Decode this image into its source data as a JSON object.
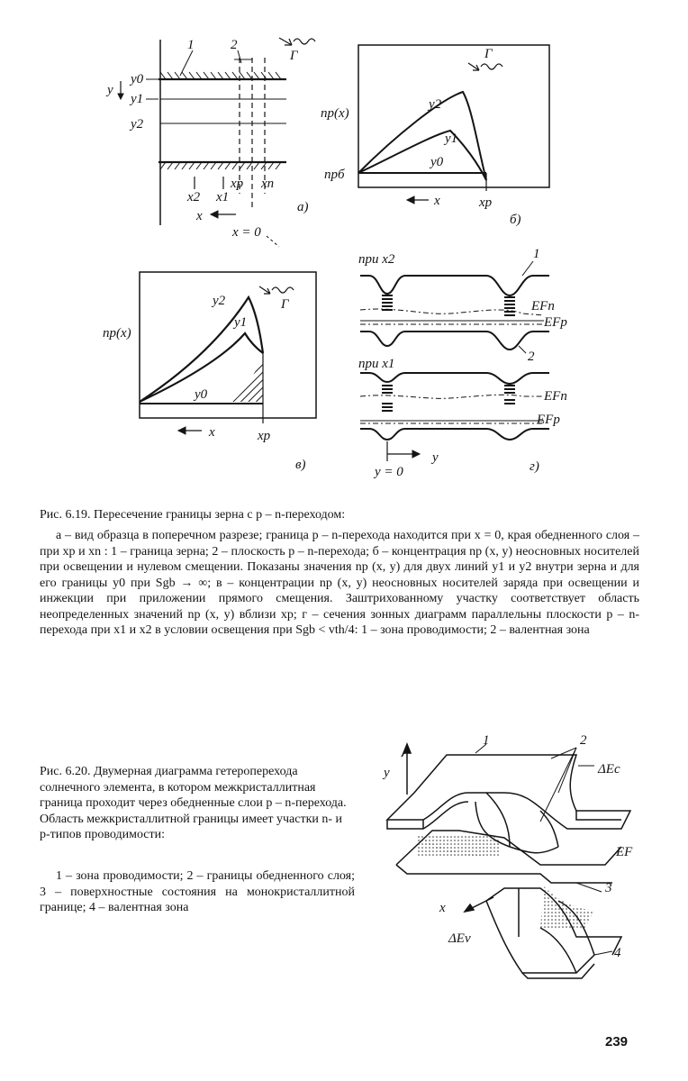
{
  "fig619": {
    "panel_a": {
      "letter": "a)",
      "labels": {
        "n1": "1",
        "n2": "2",
        "gamma": "Г",
        "y": "y",
        "y0": "y0",
        "y1": "y1",
        "y2": "y2",
        "x2": "x2",
        "x1": "x1",
        "xp": "xp",
        "xn": "xn",
        "x": "x",
        "x0": "x = 0"
      }
    },
    "panel_b": {
      "letter": "б)",
      "labels": {
        "np": "np(x)",
        "npb": "npб",
        "y0": "y0",
        "y1": "y1",
        "y2": "y2",
        "x": "x",
        "xp": "xp",
        "gamma": "Г"
      }
    },
    "panel_v": {
      "letter": "в)",
      "labels": {
        "np": "np(x)",
        "y0": "y0",
        "y1": "y1",
        "y2": "y2",
        "x": "x",
        "xp": "xp",
        "gamma": "Г"
      }
    },
    "panel_g": {
      "letter": "г)",
      "labels": {
        "at_x2": "при x2",
        "at_x1": "при x1",
        "n1": "1",
        "n2": "2",
        "efn_a": "EFn",
        "efp_a": "EFp",
        "efn_b": "EFn",
        "efp_b": "EFp",
        "y": "y",
        "y0": "y = 0"
      }
    },
    "caption_title": "Рис. 6.19. Пересечение границы зерна с p – n-переходом:",
    "caption_body": "а – вид образца в поперечном разрезе; граница p – n-перехода находится при x = 0, края обедненного слоя – при xp и xn : 1 – граница зерна; 2 – плоскость p – n-перехода; б – концентрация np (x, y) неосновных носителей при освещении и нулевом смещении. Показаны значения np (x, y) для двух линий y1 и y2 внутри зерна и для его границы y0 при Sgb → ∞; в – концентрации np (x, y) неосновных носителей заряда при освещении и инжекции при приложении прямого смещения. Заштрихованному участку соответствует область неопределенных значений np (x, y) вблизи xp; г – сечения зонных диаграмм параллельны плоскости p – n-перехода при x1 и x2 в условии освещения при Sgb < vth/4: 1 – зона проводимости; 2 – валентная зона"
  },
  "fig620": {
    "labels": {
      "n1": "1",
      "n2": "2",
      "n3": "3",
      "n4": "4",
      "dEc": "ΔEc",
      "ef": "EF",
      "dEv": "ΔEv",
      "x": "x",
      "y": "y"
    },
    "caption_title": "Рис. 6.20. Двумерная диаграмма гетероперехода солнечного элемента, в котором межкристаллитная граница проходит через обедненные слои p – n-перехода. Область межкристаллитной границы имеет участки n- и p-типов проводимости:",
    "caption_body": "1 – зона проводимости; 2 – границы обедненного слоя; 3 – поверхностные состояния на монокристаллитной границе; 4 – валентная зона"
  },
  "page_number": "239"
}
